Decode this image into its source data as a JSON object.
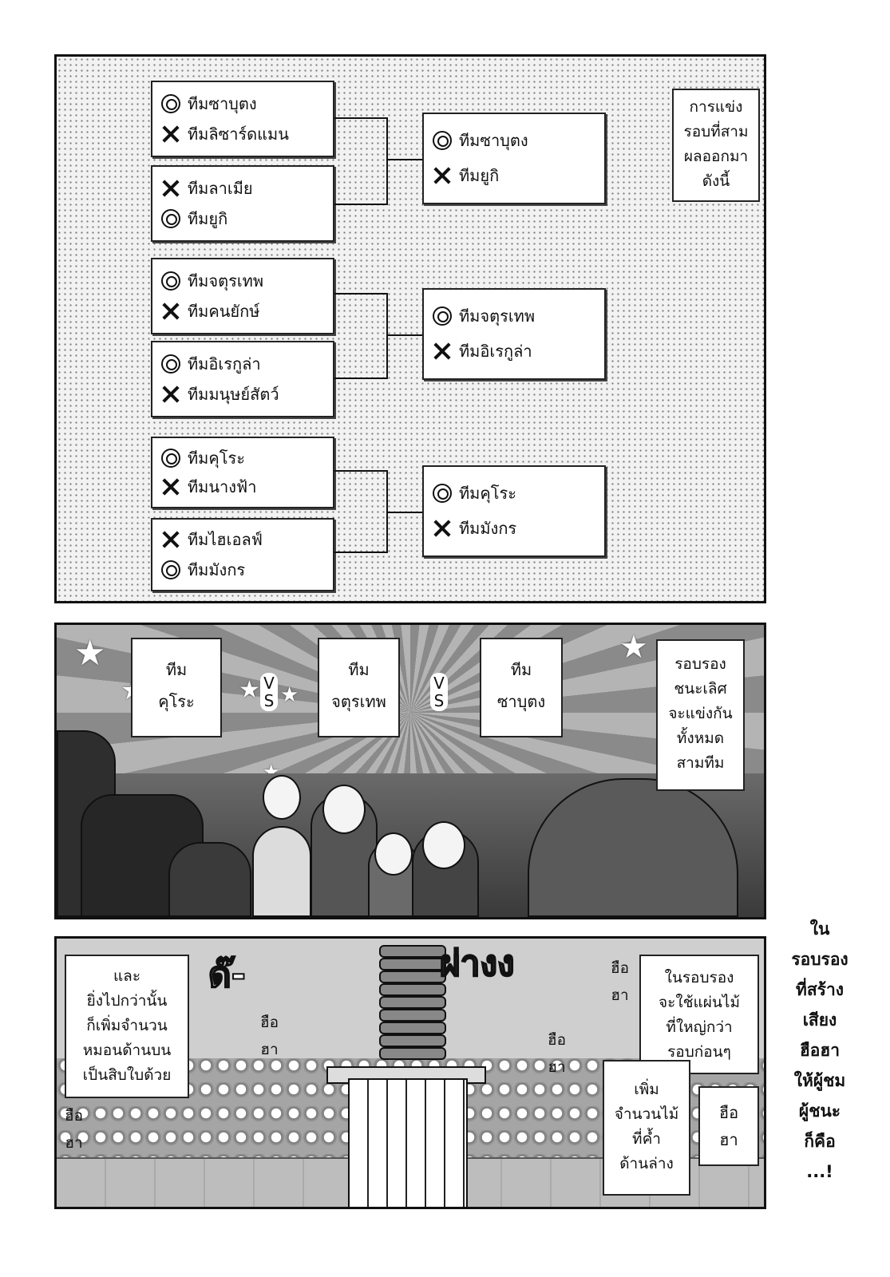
{
  "bracket": {
    "groups": [
      {
        "match1": [
          {
            "result": "win",
            "team": "ทีมซาบุตง"
          },
          {
            "result": "lose",
            "team": "ทีมลิซาร์ดแมน"
          }
        ],
        "match2": [
          {
            "result": "lose",
            "team": "ทีมลาเมีย"
          },
          {
            "result": "win",
            "team": "ทีมยูกิ"
          }
        ],
        "final": [
          {
            "result": "win",
            "team": "ทีมซาบุตง"
          },
          {
            "result": "lose",
            "team": "ทีมยูกิ"
          }
        ]
      },
      {
        "match1": [
          {
            "result": "win",
            "team": "ทีมจตุรเทพ"
          },
          {
            "result": "lose",
            "team": "ทีมคนยักษ์"
          }
        ],
        "match2": [
          {
            "result": "win",
            "team": "ทีมอิเรกูล่า"
          },
          {
            "result": "lose",
            "team": "ทีมมนุษย์สัตว์"
          }
        ],
        "final": [
          {
            "result": "win",
            "team": "ทีมจตุรเทพ"
          },
          {
            "result": "lose",
            "team": "ทีมอิเรกูล่า"
          }
        ]
      },
      {
        "match1": [
          {
            "result": "win",
            "team": "ทีมคุโระ"
          },
          {
            "result": "lose",
            "team": "ทีมนางฟ้า"
          }
        ],
        "match2": [
          {
            "result": "lose",
            "team": "ทีมไฮเอลฟ์"
          },
          {
            "result": "win",
            "team": "ทีมมังกร"
          }
        ],
        "final": [
          {
            "result": "win",
            "team": "ทีมคุโระ"
          },
          {
            "result": "lose",
            "team": "ทีมมังกร"
          }
        ]
      }
    ],
    "note": [
      "การแข่ง",
      "รอบที่สาม",
      "ผลออกมา",
      "ดังนี้"
    ]
  },
  "panel2": {
    "team_boxes": [
      [
        "ทีม",
        "คุโระ"
      ],
      [
        "ทีม",
        "จตุรเทพ"
      ],
      [
        "ทีม",
        "ซาบุตง"
      ]
    ],
    "vs": "VS",
    "caption": [
      "รอบรอง",
      "ชนะเลิศ",
      "จะแข่งกัน",
      "ทั้งหมด",
      "สามทีม"
    ]
  },
  "panel3": {
    "left_box": [
      "และ",
      "ยิ่งไปกว่านั้น",
      "ก็เพิ่มจำนวน",
      "หมอนด้านบน",
      "เป็นสิบใบด้วย"
    ],
    "right_box": [
      "ในรอบรอง",
      "จะใช้แผ่นไม้",
      "ที่ใหญ่กว่า",
      "รอบก่อนๆ"
    ],
    "mid_box": [
      "เพิ่ม",
      "จำนวนไม้",
      "ที่ค้ำ",
      "ด้านล่าง"
    ],
    "sfx_crowd": [
      "ฮือ",
      "ฮา"
    ],
    "sfx_boom_left": "ด๊-",
    "sfx_boom_right": "ผ่างง"
  },
  "side_caption": [
    "ใน",
    "รอบรอง",
    "ที่สร้าง",
    "เสียง",
    "ฮือฮา",
    "ให้ผู้ชม",
    "ผู้ชนะ",
    "ก็คือ",
    "...!"
  ]
}
